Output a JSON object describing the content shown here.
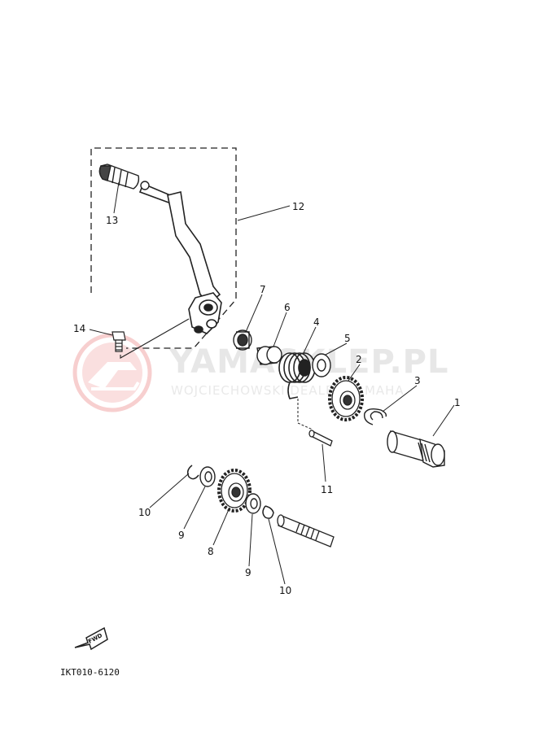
{
  "watermark": {
    "brand": "YAMASKLEP.PL",
    "tagline": "WOJCIECHOWSKI DEALER YAMAHA"
  },
  "callouts": [
    {
      "id": "1",
      "text": "1"
    },
    {
      "id": "2",
      "text": "2"
    },
    {
      "id": "3",
      "text": "3"
    },
    {
      "id": "4",
      "text": "4"
    },
    {
      "id": "5",
      "text": "5"
    },
    {
      "id": "6",
      "text": "6"
    },
    {
      "id": "7",
      "text": "7"
    },
    {
      "id": "8",
      "text": "8"
    },
    {
      "id": "9a",
      "text": "9"
    },
    {
      "id": "9b",
      "text": "9"
    },
    {
      "id": "10a",
      "text": "10"
    },
    {
      "id": "10b",
      "text": "10"
    },
    {
      "id": "11",
      "text": "11"
    },
    {
      "id": "12",
      "text": "12"
    },
    {
      "id": "13",
      "text": "13"
    },
    {
      "id": "14",
      "text": "14"
    }
  ],
  "fwd_label": "FWD",
  "diagram_code": "IKT010-6120"
}
